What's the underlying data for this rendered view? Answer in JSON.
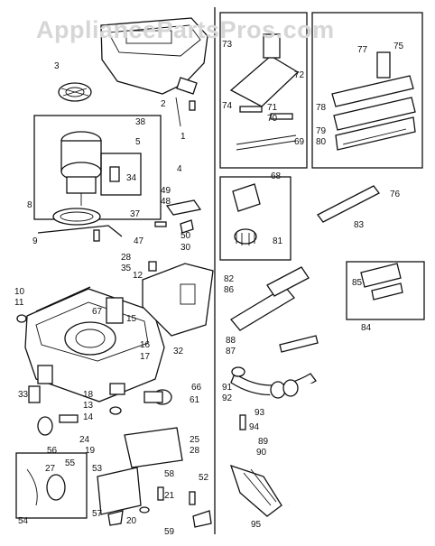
{
  "watermark": "AppliancePartsPros.com",
  "callouts": [
    {
      "id": "c1",
      "text": "1"
    },
    {
      "id": "c2",
      "text": "2"
    },
    {
      "id": "c3",
      "text": "3"
    },
    {
      "id": "c4",
      "text": "4"
    },
    {
      "id": "c5",
      "text": "5"
    },
    {
      "id": "c8",
      "text": "8"
    },
    {
      "id": "c9",
      "text": "9"
    },
    {
      "id": "c10",
      "text": "10"
    },
    {
      "id": "c11",
      "text": "11"
    },
    {
      "id": "c12",
      "text": "12"
    },
    {
      "id": "c13",
      "text": "13"
    },
    {
      "id": "c14",
      "text": "14"
    },
    {
      "id": "c15",
      "text": "15"
    },
    {
      "id": "c16",
      "text": "16"
    },
    {
      "id": "c17",
      "text": "17"
    },
    {
      "id": "c18",
      "text": "18"
    },
    {
      "id": "c19",
      "text": "19"
    },
    {
      "id": "c20",
      "text": "20"
    },
    {
      "id": "c21",
      "text": "21"
    },
    {
      "id": "c24",
      "text": "24"
    },
    {
      "id": "c25",
      "text": "25"
    },
    {
      "id": "c27",
      "text": "27"
    },
    {
      "id": "c28a",
      "text": "28"
    },
    {
      "id": "c28b",
      "text": "28"
    },
    {
      "id": "c30",
      "text": "30"
    },
    {
      "id": "c32",
      "text": "32"
    },
    {
      "id": "c33",
      "text": "33"
    },
    {
      "id": "c34",
      "text": "34"
    },
    {
      "id": "c35",
      "text": "35"
    },
    {
      "id": "c37",
      "text": "37"
    },
    {
      "id": "c38",
      "text": "38"
    },
    {
      "id": "c47",
      "text": "47"
    },
    {
      "id": "c48",
      "text": "48"
    },
    {
      "id": "c49",
      "text": "49"
    },
    {
      "id": "c50",
      "text": "50"
    },
    {
      "id": "c52",
      "text": "52"
    },
    {
      "id": "c53",
      "text": "53"
    },
    {
      "id": "c54",
      "text": "54"
    },
    {
      "id": "c55",
      "text": "55"
    },
    {
      "id": "c56",
      "text": "56"
    },
    {
      "id": "c57",
      "text": "57"
    },
    {
      "id": "c58",
      "text": "58"
    },
    {
      "id": "c59",
      "text": "59"
    },
    {
      "id": "c61",
      "text": "61"
    },
    {
      "id": "c66",
      "text": "66"
    },
    {
      "id": "c67",
      "text": "67"
    },
    {
      "id": "c68",
      "text": "68"
    },
    {
      "id": "c69",
      "text": "69"
    },
    {
      "id": "c70",
      "text": "70"
    },
    {
      "id": "c71",
      "text": "71"
    },
    {
      "id": "c72",
      "text": "72"
    },
    {
      "id": "c73",
      "text": "73"
    },
    {
      "id": "c74",
      "text": "74"
    },
    {
      "id": "c75",
      "text": "75"
    },
    {
      "id": "c76",
      "text": "76"
    },
    {
      "id": "c77",
      "text": "77"
    },
    {
      "id": "c78",
      "text": "78"
    },
    {
      "id": "c79",
      "text": "79"
    },
    {
      "id": "c80",
      "text": "80"
    },
    {
      "id": "c81",
      "text": "81"
    },
    {
      "id": "c82",
      "text": "82"
    },
    {
      "id": "c83",
      "text": "83"
    },
    {
      "id": "c84",
      "text": "84"
    },
    {
      "id": "c85",
      "text": "85"
    },
    {
      "id": "c86",
      "text": "86"
    },
    {
      "id": "c87",
      "text": "87"
    },
    {
      "id": "c88",
      "text": "88"
    },
    {
      "id": "c89",
      "text": "89"
    },
    {
      "id": "c90",
      "text": "90"
    },
    {
      "id": "c91",
      "text": "91"
    },
    {
      "id": "c92",
      "text": "92"
    },
    {
      "id": "c93",
      "text": "93"
    },
    {
      "id": "c94",
      "text": "94"
    },
    {
      "id": "c95",
      "text": "95"
    }
  ]
}
